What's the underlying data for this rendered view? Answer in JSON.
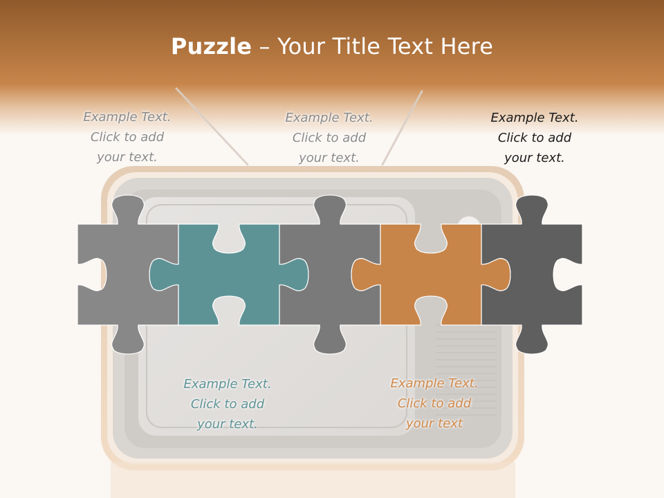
{
  "title": {
    "bold": "Puzzle",
    "rest": " – Your Title Text Here"
  },
  "captions": [
    {
      "lines": [
        "Example Text.",
        "Click  to add",
        "your text."
      ]
    },
    {
      "lines": [
        "Example Text.",
        "Click  to add",
        "your text."
      ]
    },
    {
      "lines": [
        "Example Text.",
        "Click  to add",
        "your text."
      ]
    },
    {
      "lines": [
        "Example Text.",
        "Click  to add",
        "your text."
      ]
    },
    {
      "lines": [
        "Example Text.",
        "Click  to add",
        "your text"
      ]
    }
  ],
  "colors": {
    "banner_top": "#8f5a2b",
    "banner_bottom": "#c7854a",
    "piece_light_grey": "#888888",
    "piece_teal": "#5e9396",
    "piece_mid_grey": "#7a7a7a",
    "piece_orange": "#c7854a",
    "piece_dark_grey": "#5f5f5f"
  },
  "pieces": [
    {
      "name": "puzzle-piece-1",
      "color_key": "piece_light_grey"
    },
    {
      "name": "puzzle-piece-2",
      "color_key": "piece_teal"
    },
    {
      "name": "puzzle-piece-3",
      "color_key": "piece_mid_grey"
    },
    {
      "name": "puzzle-piece-4",
      "color_key": "piece_orange"
    },
    {
      "name": "puzzle-piece-5",
      "color_key": "piece_dark_grey"
    }
  ]
}
